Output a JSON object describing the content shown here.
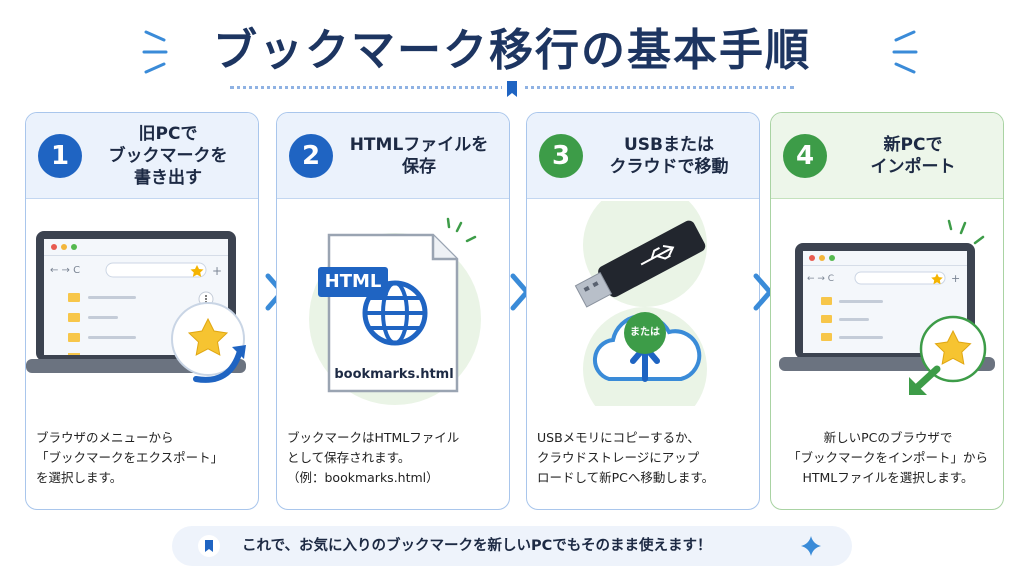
{
  "title": "ブックマーク移行の基本手順",
  "colors": {
    "blue": "#1f64c2",
    "green": "#3d9c48",
    "navy": "#1d3561"
  },
  "steps": [
    {
      "num": "1",
      "title": "旧PCで\nブックマークを\n書き出す",
      "desc": "ブラウザのメニューから\n「ブックマークをエクスポート」\nを選択します。",
      "icon": "laptop-export-star-icon"
    },
    {
      "num": "2",
      "title": "HTMLファイルを\n保存",
      "desc": "ブックマークはHTMLファイル\nとして保存されます。\n（例：bookmarks.html）",
      "icon": "html-file-globe-icon",
      "file_tag": "HTML",
      "file_name": "bookmarks.html"
    },
    {
      "num": "3",
      "title": "USBまたは\nクラウドで移動",
      "desc": "USBメモリにコピーするか、\nクラウドストレージにアップ\nロードして新PCへ移動します。",
      "icon": "usb-cloud-icon",
      "or_label": "または"
    },
    {
      "num": "4",
      "title": "新PCで\nインポート",
      "desc": "新しいPCのブラウザで\n「ブックマークをインポート」から\nHTMLファイルを選択します。",
      "icon": "laptop-import-star-icon"
    }
  ],
  "footer": {
    "text": "これで、お気に入りのブックマークを新しいPCでもそのまま使えます！"
  }
}
